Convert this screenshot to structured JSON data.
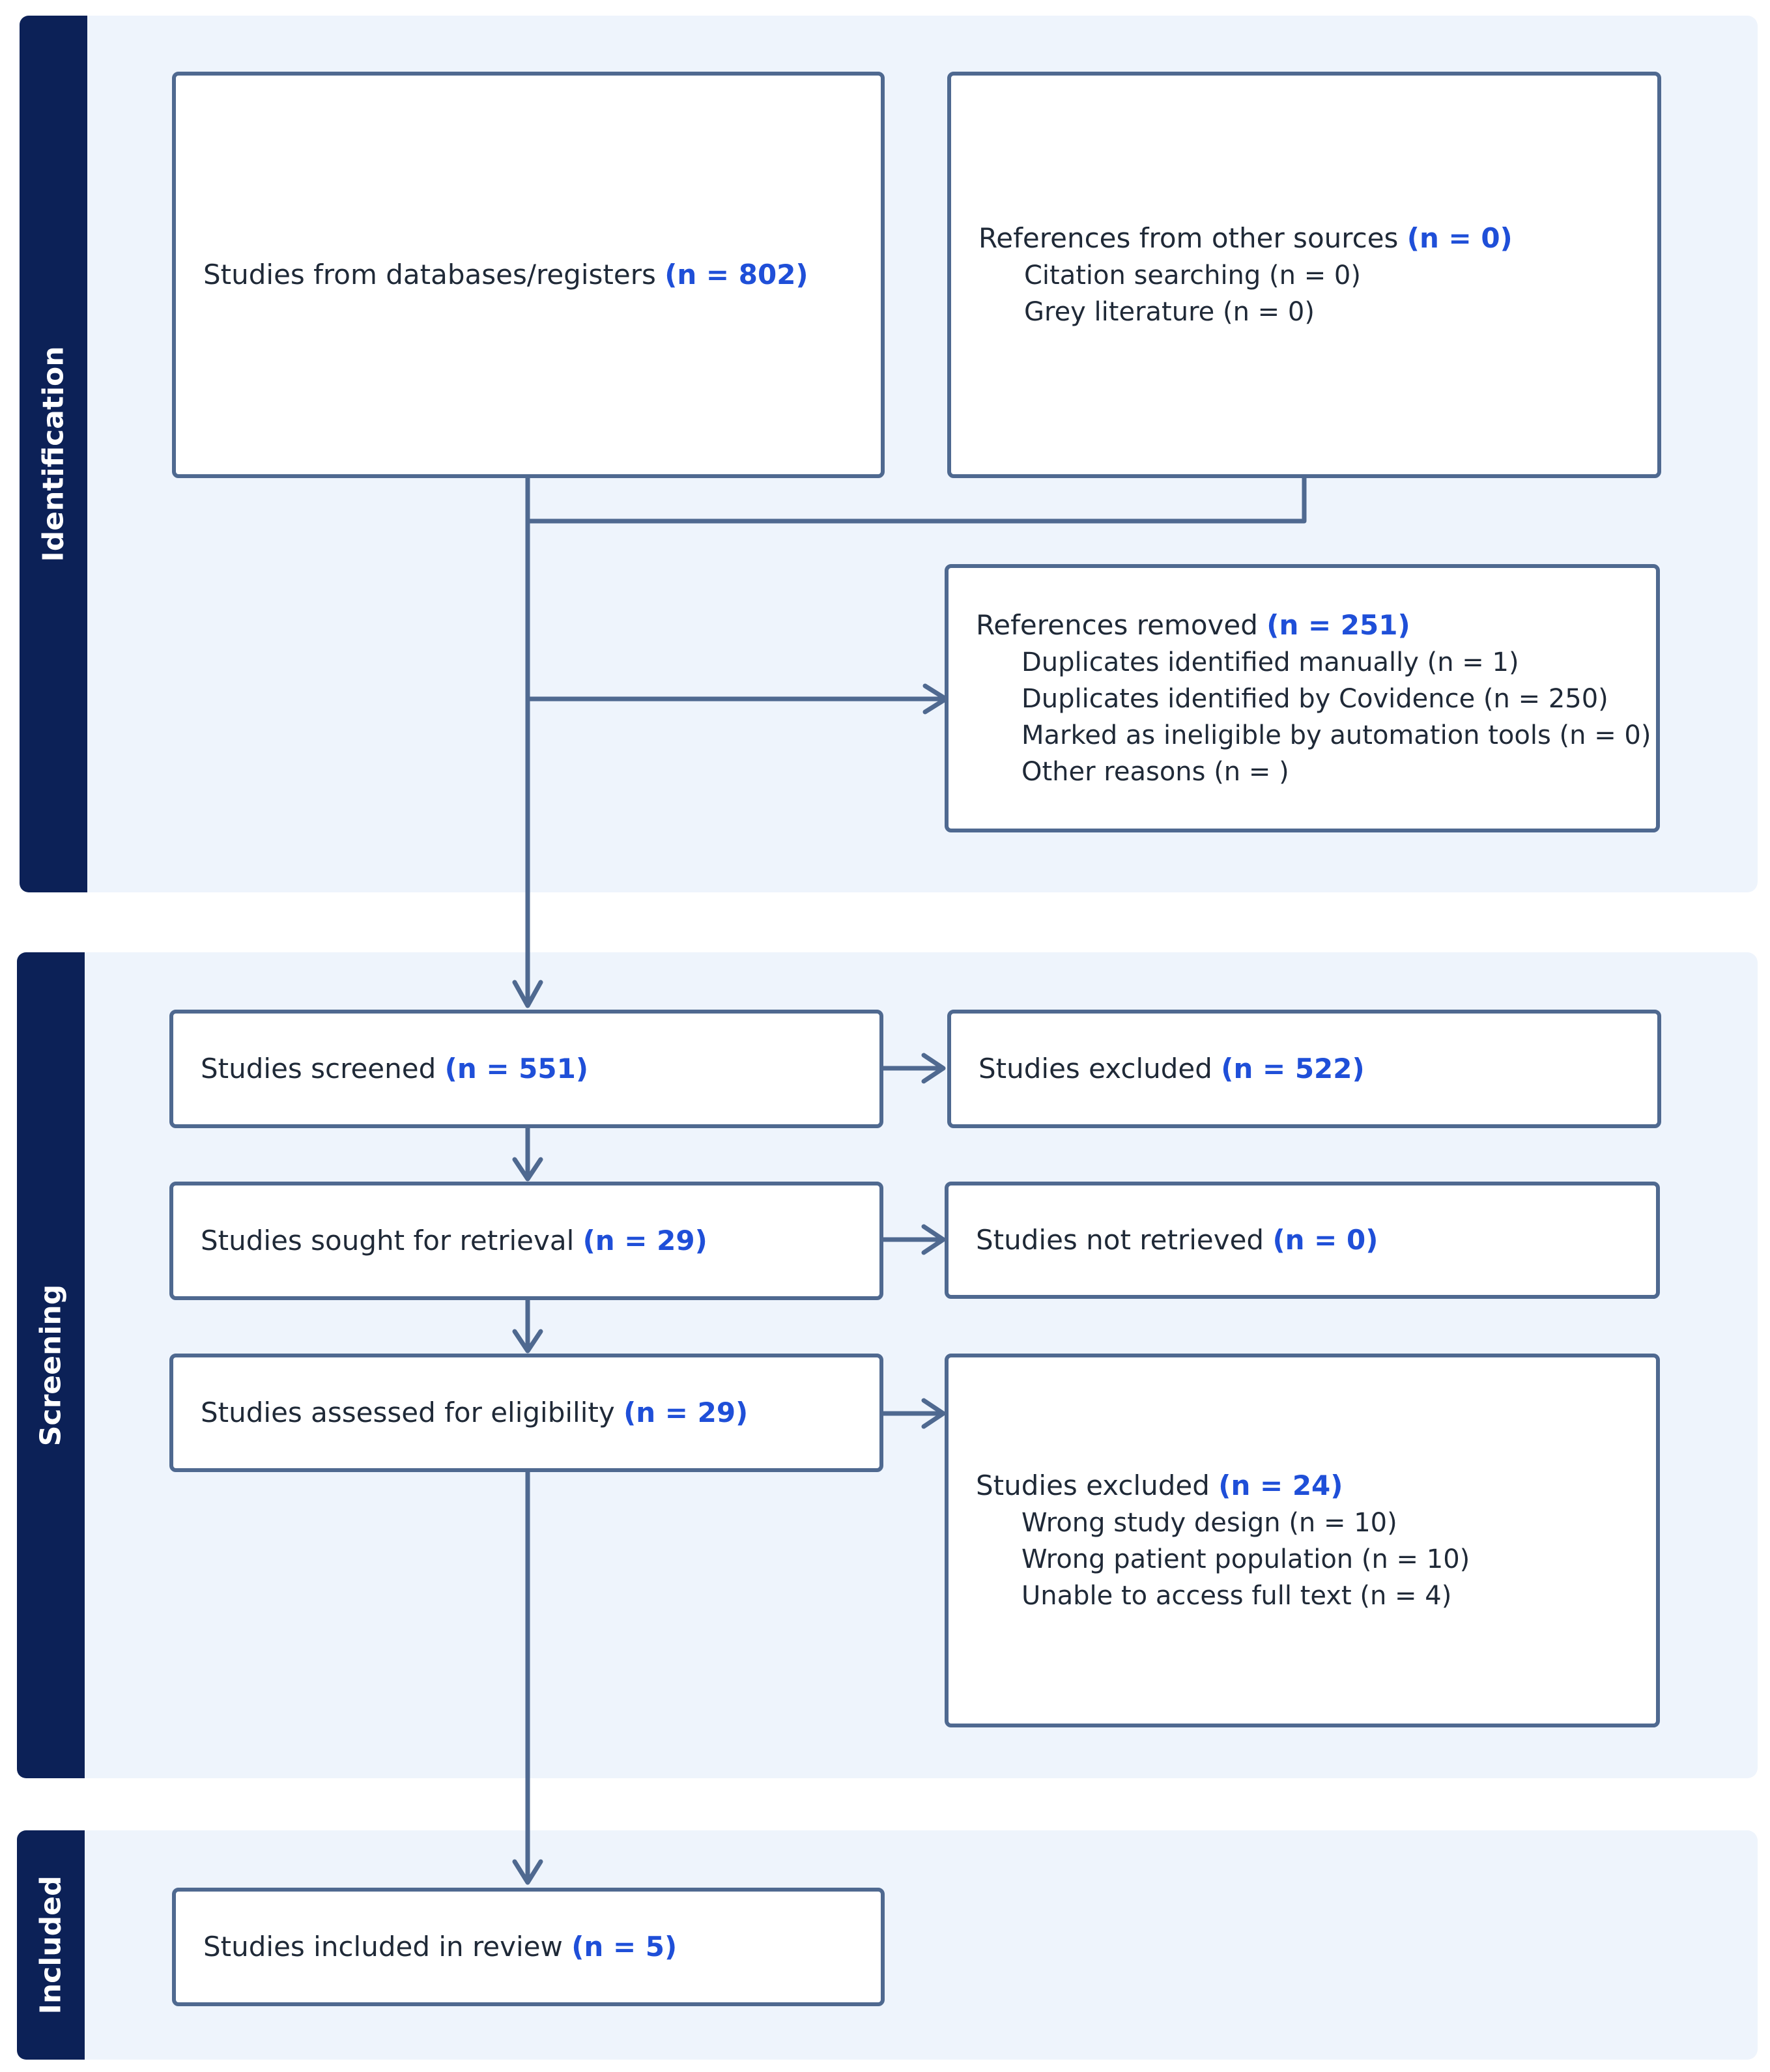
{
  "sections": {
    "identification": "Identification",
    "screening": "Screening",
    "included": "Included"
  },
  "boxes": {
    "databases": {
      "label": "Studies from databases/registers",
      "count": "(n = 802)"
    },
    "other_sources": {
      "label": "References from other sources",
      "count": "(n = 0)",
      "items": [
        "Citation searching (n = 0)",
        "Grey literature (n = 0)"
      ]
    },
    "removed": {
      "label": "References removed",
      "count": "(n = 251)",
      "items": [
        "Duplicates identified manually (n = 1)",
        "Duplicates identified by Covidence (n = 250)",
        "Marked as ineligible by automation tools (n = 0)",
        "Other reasons (n = )"
      ]
    },
    "screened": {
      "label": "Studies screened",
      "count": "(n = 551)"
    },
    "excluded_screen": {
      "label": "Studies excluded",
      "count": "(n = 522)"
    },
    "retrieval": {
      "label": "Studies sought for retrieval",
      "count": "(n = 29)"
    },
    "not_retrieved": {
      "label": "Studies not retrieved",
      "count": "(n = 0)"
    },
    "eligibility": {
      "label": "Studies assessed for eligibility",
      "count": "(n = 29)"
    },
    "excluded_full": {
      "label": "Studies excluded",
      "count": "(n = 24)",
      "items": [
        "Wrong study design (n = 10)",
        "Wrong patient population (n = 10)",
        "Unable to access full text (n = 4)"
      ]
    },
    "included": {
      "label": "Studies included in review",
      "count": "(n = 5)"
    }
  },
  "colors": {
    "label_band": "#0c2157",
    "section_bg": "#eef4fc",
    "border": "#4f6990",
    "count": "#1f4fd8"
  }
}
